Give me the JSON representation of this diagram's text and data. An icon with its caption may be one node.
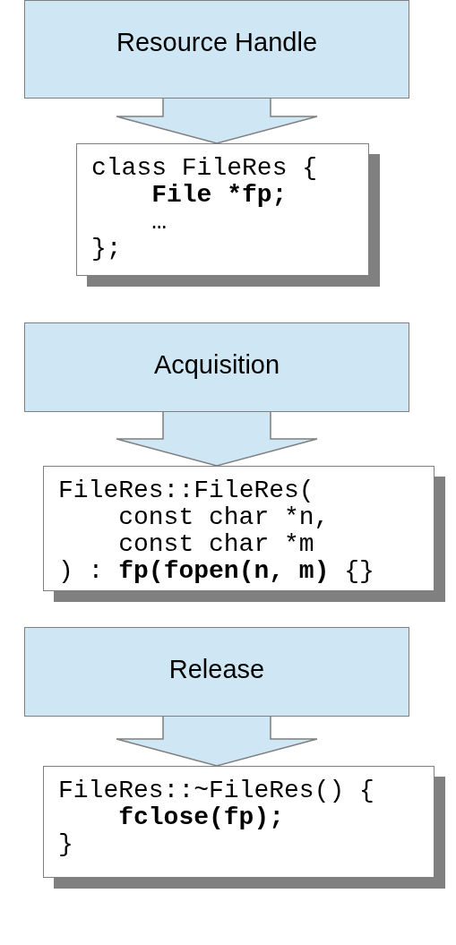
{
  "diagram": {
    "nodes": [
      {
        "text": [
          "Resource Handle"
        ]
      },
      {
        "text": [
          "class FileRes {",
          "File *fp;",
          "…",
          "};"
        ]
      },
      {
        "text": [
          "Acquisition"
        ]
      },
      {
        "text": [
          "FileRes::FileRes(",
          "const char *n,",
          "const char *m",
          ") : **fp(fopen(n, m)** {}"
        ]
      },
      {
        "text": [
          "Release"
        ]
      },
      {
        "text": [
          "FileRes::~FileRes() {",
          "fclose(fp);",
          "}"
        ]
      }
    ],
    "edges": [
      {
        "from": 0,
        "to": 1,
        "arrow": "to"
      },
      {
        "from": 2,
        "to": 3,
        "arrow": "to"
      },
      {
        "from": 4,
        "to": 5,
        "arrow": "to"
      }
    ]
  }
}
